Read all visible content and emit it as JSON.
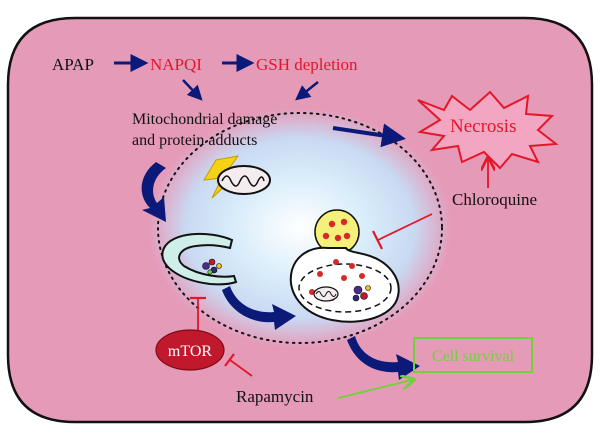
{
  "colors": {
    "cell_fill": "#e59ab8",
    "cell_stroke": "#111111",
    "glow": "#dcecf8",
    "arrow_blue": "#0b1a78",
    "red": "#e3172a",
    "green": "#6fd23a",
    "mtor": "#c0182c",
    "lysosome": "#f5f07a",
    "phagophore": "#cfeee9"
  },
  "labels": {
    "apap": "APAP",
    "napqi": "NAPQI",
    "gsh": "GSH depletion",
    "mito_line1": "Mitochondrial damage",
    "mito_line2": "and protein adducts",
    "necrosis": "Necrosis",
    "chloroquine": "Chloroquine",
    "mtor": "mTOR",
    "cell_survival": "Cell survival",
    "rapamycin": "Rapamycin"
  },
  "icons": {
    "lightning": "lightning-bolt-icon",
    "mitochondrion": "mitochondrion-icon"
  }
}
